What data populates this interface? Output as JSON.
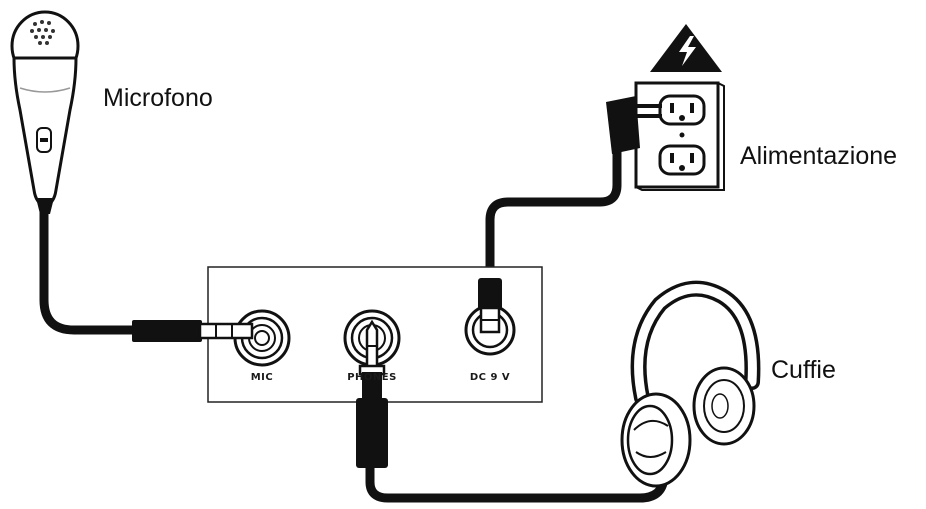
{
  "labels": {
    "microphone": "Microfono",
    "power": "Alimentazione",
    "headphones": "Cuffie"
  },
  "panel": {
    "ports": {
      "mic": "MIC",
      "phones": "PHONES",
      "dc": "DC 9 V"
    }
  },
  "icons": {
    "warning": "warning-high-voltage-icon"
  },
  "colors": {
    "line": "#111111",
    "background": "#ffffff"
  }
}
